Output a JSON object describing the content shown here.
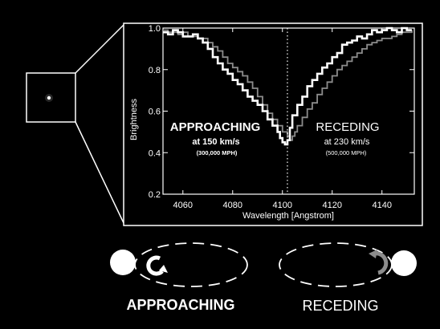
{
  "chart_data": {
    "type": "line",
    "xlabel": "Wavelength [Angstrom]",
    "ylabel": "Brightness",
    "xlim": [
      4052,
      4153
    ],
    "ylim": [
      0.2,
      1.0
    ],
    "xticks": [
      "4060",
      "4080",
      "4100",
      "4120",
      "4140"
    ],
    "yticks": [
      "0.2",
      "0.4",
      "0.6",
      "0.8",
      "1.0"
    ],
    "marker_x": 4102,
    "series": [
      {
        "color": "#ffffff",
        "x": [
          4052,
          4054,
          4056,
          4058,
          4060,
          4062,
          4064,
          4066,
          4068,
          4070,
          4072,
          4074,
          4076,
          4078,
          4080,
          4082,
          4084,
          4086,
          4088,
          4090,
          4092,
          4094,
          4096,
          4098,
          4099,
          4100,
          4101,
          4102,
          4103,
          4104,
          4106,
          4108,
          4110,
          4112,
          4114,
          4116,
          4118,
          4120,
          4122,
          4124,
          4126,
          4128,
          4130,
          4132,
          4134,
          4136,
          4138,
          4140,
          4142,
          4144,
          4146,
          4148,
          4150,
          4152
        ],
        "y": [
          0.98,
          0.97,
          0.99,
          0.98,
          0.96,
          0.96,
          0.97,
          0.95,
          0.93,
          0.9,
          0.86,
          0.83,
          0.8,
          0.78,
          0.75,
          0.73,
          0.7,
          0.67,
          0.65,
          0.63,
          0.6,
          0.56,
          0.53,
          0.5,
          0.47,
          0.45,
          0.44,
          0.46,
          0.52,
          0.58,
          0.63,
          0.67,
          0.72,
          0.75,
          0.78,
          0.81,
          0.83,
          0.86,
          0.88,
          0.92,
          0.93,
          0.94,
          0.96,
          0.95,
          0.97,
          0.99,
          0.98,
          0.99,
          1.0,
          0.99,
          0.98,
          1.0,
          0.99,
          0.99
        ]
      },
      {
        "color": "#8c8c8c",
        "x": [
          4052,
          4054,
          4056,
          4058,
          4060,
          4062,
          4064,
          4066,
          4068,
          4070,
          4072,
          4074,
          4076,
          4078,
          4080,
          4082,
          4084,
          4086,
          4088,
          4090,
          4092,
          4094,
          4096,
          4098,
          4100,
          4102,
          4103,
          4104,
          4105,
          4106,
          4108,
          4110,
          4112,
          4114,
          4116,
          4118,
          4120,
          4122,
          4124,
          4126,
          4128,
          4130,
          4132,
          4134,
          4136,
          4138,
          4140,
          4142,
          4144,
          4146,
          4148,
          4150,
          4152
        ],
        "y": [
          0.99,
          0.98,
          0.98,
          0.97,
          0.98,
          0.96,
          0.96,
          0.95,
          0.95,
          0.93,
          0.91,
          0.89,
          0.86,
          0.83,
          0.81,
          0.79,
          0.77,
          0.74,
          0.71,
          0.67,
          0.63,
          0.59,
          0.56,
          0.53,
          0.5,
          0.48,
          0.46,
          0.48,
          0.5,
          0.53,
          0.57,
          0.61,
          0.64,
          0.68,
          0.71,
          0.74,
          0.77,
          0.8,
          0.82,
          0.84,
          0.86,
          0.88,
          0.9,
          0.92,
          0.93,
          0.94,
          0.95,
          0.95,
          0.96,
          0.97,
          0.98,
          0.98,
          0.99
        ]
      }
    ],
    "annotations": {
      "approaching": {
        "title": "APPROACHING",
        "speed": "at 150 km/s",
        "mph": "(300,000 MPH)"
      },
      "receding": {
        "title": "RECEDING",
        "speed": "at 230 km/s",
        "mph": "(500,000 MPH)"
      }
    }
  },
  "diagram": {
    "left_label": "APPROACHING",
    "right_label": "RECEDING"
  },
  "colors": {
    "background": "#000000",
    "foreground": "#ffffff",
    "gray": "#8c8c8c"
  }
}
